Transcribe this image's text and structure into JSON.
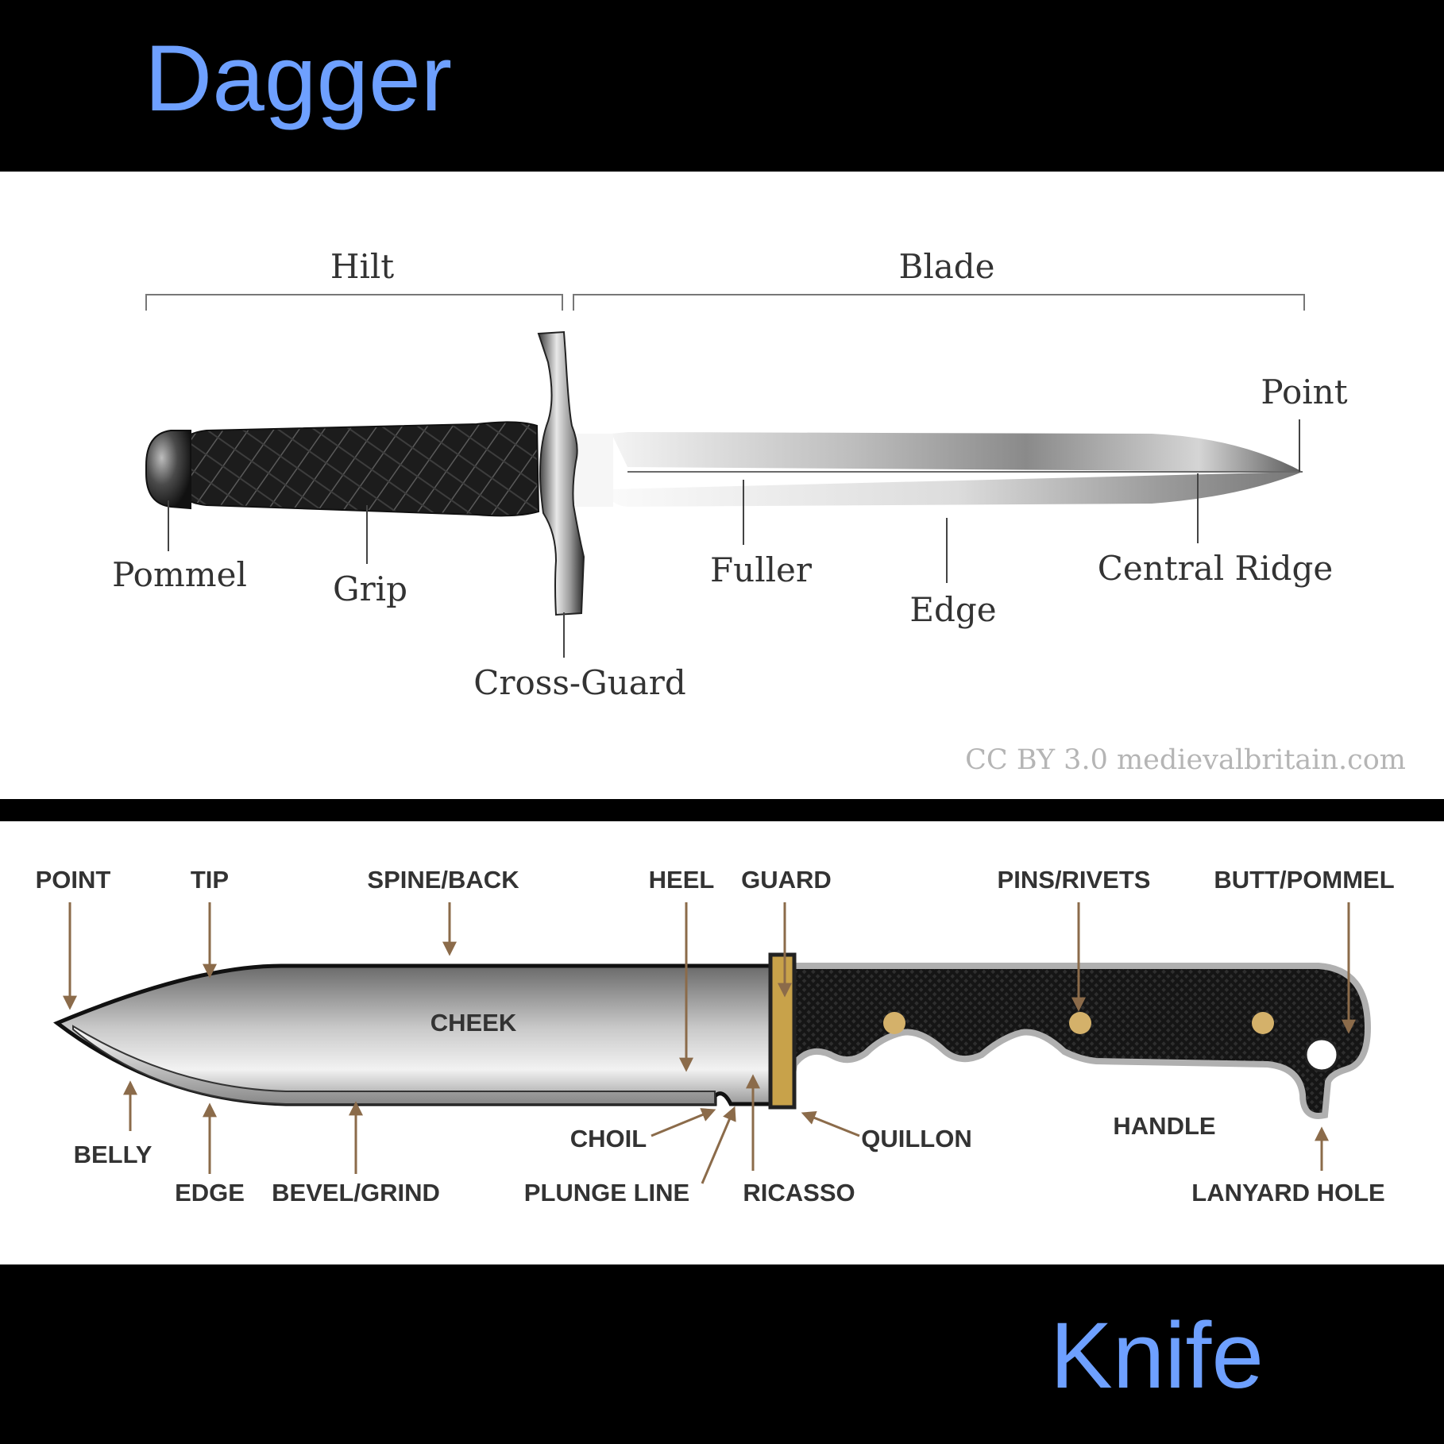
{
  "top_title": "Dagger",
  "bottom_title": "Knife",
  "dagger": {
    "hilt_label": "Hilt",
    "blade_label": "Blade",
    "point_label": "Point",
    "pommel_label": "Pommel",
    "grip_label": "Grip",
    "crossguard_label": "Cross-Guard",
    "fuller_label": "Fuller",
    "edge_label": "Edge",
    "central_ridge_label": "Central Ridge",
    "credit": "CC BY 3.0 medievalbritain.com"
  },
  "knife": {
    "labels": {
      "point": "POINT",
      "tip": "TIP",
      "spine": "SPINE/BACK",
      "heel": "HEEL",
      "guard": "GUARD",
      "pins": "PINS/RIVETS",
      "butt": "BUTT/POMMEL",
      "cheek": "CHEEK",
      "belly": "BELLY",
      "edge": "EDGE",
      "bevel": "BEVEL/GRIND",
      "choil": "CHOIL",
      "plunge": "PLUNGE LINE",
      "ricasso": "RICASSO",
      "quillon": "QUILLON",
      "handle": "HANDLE",
      "lanyard": "LANYARD HOLE"
    }
  },
  "colors": {
    "title": "#6ea0ff",
    "arrow": "#8b6b4a",
    "guard": "#c8a24a",
    "pin": "#d4b16a"
  }
}
